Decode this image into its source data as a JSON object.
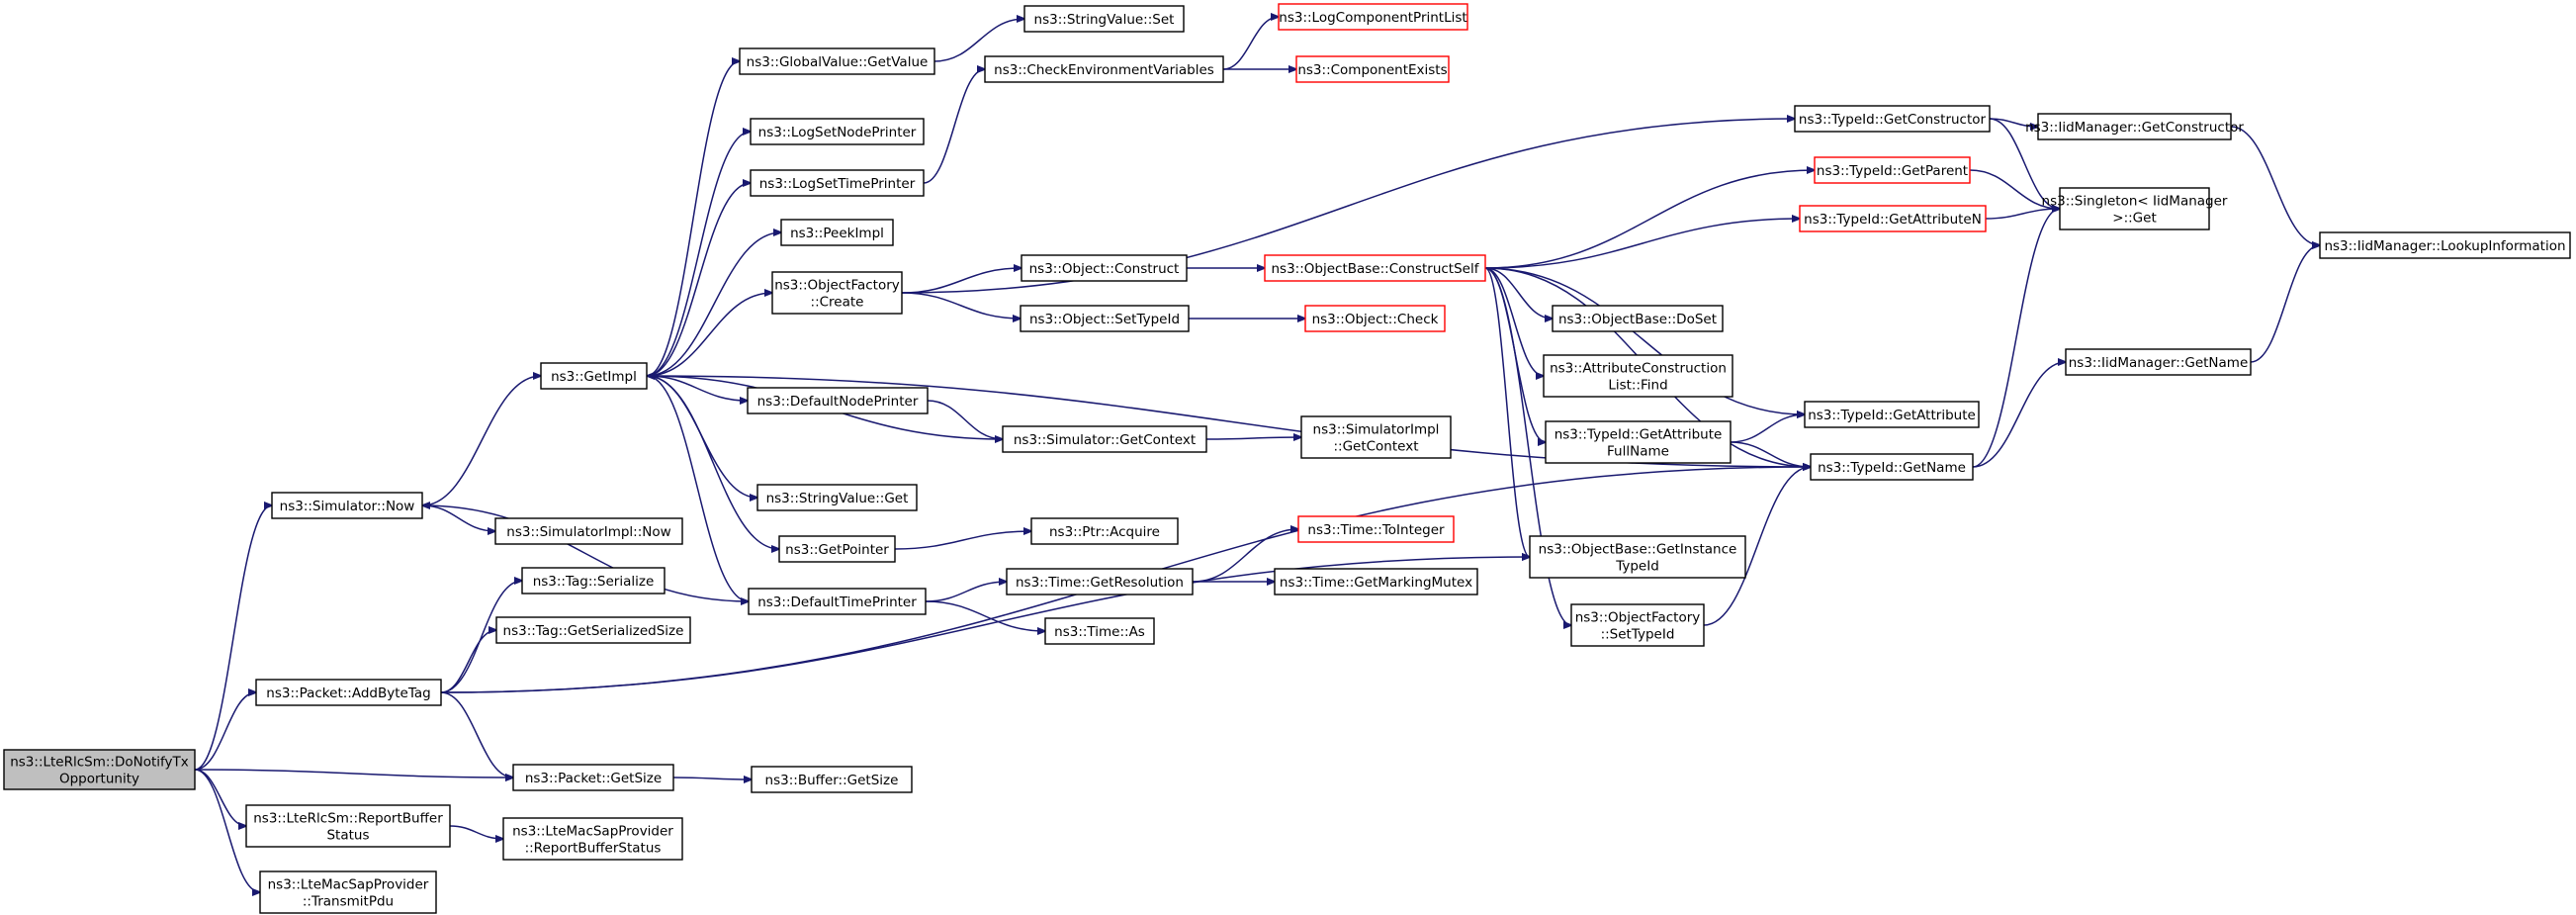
{
  "diagram": {
    "nodes": [
      {
        "id": "root",
        "lines": [
          "ns3::LteRlcSm::DoNotifyTx",
          "Opportunity"
        ],
        "color": "root"
      },
      {
        "id": "now",
        "lines": [
          "ns3::Simulator::Now"
        ]
      },
      {
        "id": "addbytetag",
        "lines": [
          "ns3::Packet::AddByteTag"
        ]
      },
      {
        "id": "getsize",
        "lines": [
          "ns3::Packet::GetSize"
        ]
      },
      {
        "id": "reportbuf",
        "lines": [
          "ns3::LteRlcSm::ReportBuffer",
          "Status"
        ]
      },
      {
        "id": "transmitpdu",
        "lines": [
          "ns3::LteMacSapProvider",
          "::TransmitPdu"
        ]
      },
      {
        "id": "getimpl",
        "lines": [
          "ns3::GetImpl"
        ]
      },
      {
        "id": "simimplnow",
        "lines": [
          "ns3::SimulatorImpl::Now"
        ]
      },
      {
        "id": "tagserialize",
        "lines": [
          "ns3::Tag::Serialize"
        ]
      },
      {
        "id": "taggetsersize",
        "lines": [
          "ns3::Tag::GetSerializedSize"
        ]
      },
      {
        "id": "defaulttimeprinter",
        "lines": [
          "ns3::DefaultTimePrinter"
        ]
      },
      {
        "id": "objbasegetinstance",
        "lines": [
          "ns3::ObjectBase::GetInstance",
          "TypeId"
        ]
      },
      {
        "id": "typeidgetname",
        "lines": [
          "ns3::TypeId::GetName"
        ]
      },
      {
        "id": "buffergetsize",
        "lines": [
          "ns3::Buffer::GetSize"
        ]
      },
      {
        "id": "macsapreport",
        "lines": [
          "ns3::LteMacSapProvider",
          "::ReportBufferStatus"
        ]
      },
      {
        "id": "globalvalue",
        "lines": [
          "ns3::GlobalValue::GetValue"
        ]
      },
      {
        "id": "logsetnode",
        "lines": [
          "ns3::LogSetNodePrinter"
        ]
      },
      {
        "id": "logsettime",
        "lines": [
          "ns3::LogSetTimePrinter"
        ]
      },
      {
        "id": "peekimpl",
        "lines": [
          "ns3::PeekImpl"
        ]
      },
      {
        "id": "objfactcreate",
        "lines": [
          "ns3::ObjectFactory",
          "::Create"
        ]
      },
      {
        "id": "defaultnodeprinter",
        "lines": [
          "ns3::DefaultNodePrinter"
        ]
      },
      {
        "id": "stringvalueget",
        "lines": [
          "ns3::StringValue::Get"
        ]
      },
      {
        "id": "getpointer",
        "lines": [
          "ns3::GetPointer"
        ]
      },
      {
        "id": "stringvalueset",
        "lines": [
          "ns3::StringValue::Set"
        ]
      },
      {
        "id": "checkenv",
        "lines": [
          "ns3::CheckEnvironmentVariables"
        ]
      },
      {
        "id": "logcompprint",
        "lines": [
          "ns3::LogComponentPrintList"
        ],
        "color": "red"
      },
      {
        "id": "compexists",
        "lines": [
          "ns3::ComponentExists"
        ],
        "color": "red"
      },
      {
        "id": "objconstruct",
        "lines": [
          "ns3::Object::Construct"
        ]
      },
      {
        "id": "objsettypeid",
        "lines": [
          "ns3::Object::SetTypeId"
        ]
      },
      {
        "id": "simgetcontext",
        "lines": [
          "ns3::Simulator::GetContext"
        ]
      },
      {
        "id": "ptracquire",
        "lines": [
          "ns3::Ptr::Acquire"
        ]
      },
      {
        "id": "timegetres",
        "lines": [
          "ns3::Time::GetResolution"
        ]
      },
      {
        "id": "timeas",
        "lines": [
          "ns3::Time::As"
        ]
      },
      {
        "id": "objbaseconstructself",
        "lines": [
          "ns3::ObjectBase::ConstructSelf"
        ],
        "color": "red"
      },
      {
        "id": "objcheck",
        "lines": [
          "ns3::Object::Check"
        ],
        "color": "red"
      },
      {
        "id": "simimplgetcontext",
        "lines": [
          "ns3::SimulatorImpl",
          "::GetContext"
        ]
      },
      {
        "id": "timetointeger",
        "lines": [
          "ns3::Time::ToInteger"
        ],
        "color": "red"
      },
      {
        "id": "timegetmarking",
        "lines": [
          "ns3::Time::GetMarkingMutex"
        ]
      },
      {
        "id": "typeidgetconstructor",
        "lines": [
          "ns3::TypeId::GetConstructor"
        ]
      },
      {
        "id": "typeidgetparent",
        "lines": [
          "ns3::TypeId::GetParent"
        ],
        "color": "red"
      },
      {
        "id": "typeidgetattrn",
        "lines": [
          "ns3::TypeId::GetAttributeN"
        ],
        "color": "red"
      },
      {
        "id": "objbasedoset",
        "lines": [
          "ns3::ObjectBase::DoSet"
        ]
      },
      {
        "id": "attrconstfind",
        "lines": [
          "ns3::AttributeConstruction",
          "List::Find"
        ]
      },
      {
        "id": "typeidgetattrfull",
        "lines": [
          "ns3::TypeId::GetAttribute",
          "FullName"
        ]
      },
      {
        "id": "objfactsettypeid",
        "lines": [
          "ns3::ObjectFactory",
          "::SetTypeId"
        ]
      },
      {
        "id": "typeidgetattr",
        "lines": [
          "ns3::TypeId::GetAttribute"
        ]
      },
      {
        "id": "iidmgrgetconstructor",
        "lines": [
          "ns3::IidManager::GetConstructor"
        ]
      },
      {
        "id": "singletonget",
        "lines": [
          "ns3::Singleton< IidManager",
          ">::Get"
        ]
      },
      {
        "id": "iidmgrgetname",
        "lines": [
          "ns3::IidManager::GetName"
        ]
      },
      {
        "id": "iidmgrlookup",
        "lines": [
          "ns3::IidManager::LookupInformation"
        ]
      }
    ],
    "edges": [
      [
        "root",
        "now"
      ],
      [
        "root",
        "addbytetag"
      ],
      [
        "root",
        "getsize"
      ],
      [
        "root",
        "reportbuf"
      ],
      [
        "root",
        "transmitpdu"
      ],
      [
        "now",
        "getimpl"
      ],
      [
        "now",
        "simimplnow"
      ],
      [
        "addbytetag",
        "tagserialize"
      ],
      [
        "addbytetag",
        "taggetsersize"
      ],
      [
        "addbytetag",
        "getsize"
      ],
      [
        "addbytetag",
        "objbasegetinstance"
      ],
      [
        "addbytetag",
        "typeidgetname"
      ],
      [
        "getsize",
        "buffergetsize"
      ],
      [
        "reportbuf",
        "macsapreport"
      ],
      [
        "getimpl",
        "globalvalue"
      ],
      [
        "getimpl",
        "logsetnode"
      ],
      [
        "getimpl",
        "logsettime"
      ],
      [
        "getimpl",
        "peekimpl"
      ],
      [
        "getimpl",
        "objfactcreate"
      ],
      [
        "getimpl",
        "defaultnodeprinter"
      ],
      [
        "getimpl",
        "stringvalueget"
      ],
      [
        "getimpl",
        "getpointer"
      ],
      [
        "getimpl",
        "defaulttimeprinter"
      ],
      [
        "getimpl",
        "typeidgetname"
      ],
      [
        "globalvalue",
        "stringvalueset"
      ],
      [
        "logsettime",
        "checkenv"
      ],
      [
        "checkenv",
        "logcompprint"
      ],
      [
        "checkenv",
        "compexists"
      ],
      [
        "objfactcreate",
        "objconstruct"
      ],
      [
        "objfactcreate",
        "objsettypeid"
      ],
      [
        "objfactcreate",
        "typeidgetconstructor"
      ],
      [
        "defaultnodeprinter",
        "simgetcontext"
      ],
      [
        "simgetcontext",
        "getimpl"
      ],
      [
        "simgetcontext",
        "simimplgetcontext"
      ],
      [
        "getpointer",
        "ptracquire"
      ],
      [
        "defaulttimeprinter",
        "now"
      ],
      [
        "defaulttimeprinter",
        "timegetres"
      ],
      [
        "defaulttimeprinter",
        "timeas"
      ],
      [
        "timegetres",
        "timetointeger"
      ],
      [
        "timegetres",
        "timegetmarking"
      ],
      [
        "objconstruct",
        "objbaseconstructself"
      ],
      [
        "objsettypeid",
        "objcheck"
      ],
      [
        "objbaseconstructself",
        "typeidgetparent"
      ],
      [
        "objbaseconstructself",
        "typeidgetattrn"
      ],
      [
        "objbaseconstructself",
        "objbasedoset"
      ],
      [
        "objbaseconstructself",
        "attrconstfind"
      ],
      [
        "objbaseconstructself",
        "typeidgetattrfull"
      ],
      [
        "objbaseconstructself",
        "typeidgetattr"
      ],
      [
        "objbaseconstructself",
        "objbasegetinstance"
      ],
      [
        "objbaseconstructself",
        "objfactsettypeid"
      ],
      [
        "objbaseconstructself",
        "typeidgetname"
      ],
      [
        "typeidgetattrfull",
        "typeidgetattr"
      ],
      [
        "typeidgetattrfull",
        "typeidgetname"
      ],
      [
        "objfactsettypeid",
        "typeidgetname"
      ],
      [
        "typeidgetconstructor",
        "iidmgrgetconstructor"
      ],
      [
        "typeidgetconstructor",
        "singletonget"
      ],
      [
        "typeidgetparent",
        "singletonget"
      ],
      [
        "typeidgetattrn",
        "singletonget"
      ],
      [
        "typeidgetname",
        "singletonget"
      ],
      [
        "typeidgetname",
        "iidmgrgetname"
      ],
      [
        "iidmgrgetconstructor",
        "iidmgrlookup"
      ],
      [
        "iidmgrgetname",
        "iidmgrlookup"
      ]
    ]
  }
}
